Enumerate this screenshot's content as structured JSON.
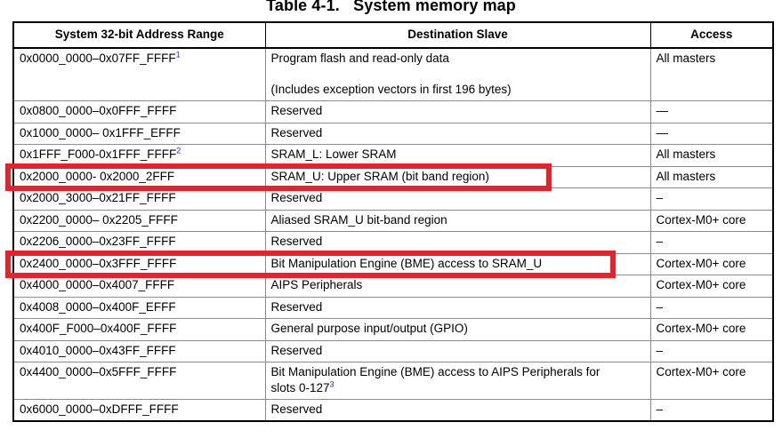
{
  "title": "Table 4-1.   System memory map",
  "colors": {
    "highlight": "#e8212b",
    "footnote": "#2222cc",
    "border": "#000000"
  },
  "table": {
    "columns": [
      "System 32-bit Address Range",
      "Destination Slave",
      "Access"
    ],
    "rows": [
      {
        "address": "0x0000_0000–0x07FF_FFFF",
        "address_footnote": "1",
        "destination": "Program flash and read-only data",
        "destination_line2": "(Includes exception vectors in first 196 bytes)",
        "access": "All masters"
      },
      {
        "address": "0x0800_0000–0x0FFF_FFFF",
        "destination": "Reserved",
        "access": "—"
      },
      {
        "address": "0x1000_0000– 0x1FFF_EFFF",
        "destination": "Reserved",
        "access": "—"
      },
      {
        "address": "0x1FFF_F000-0x1FFF_FFFF",
        "address_footnote": "2",
        "destination": "SRAM_L: Lower SRAM",
        "access": "All masters"
      },
      {
        "address": "0x2000_0000- 0x2000_2FFF",
        "destination": "SRAM_U: Upper SRAM (bit band region)",
        "access": "All masters",
        "highlighted": true
      },
      {
        "address": "0x2000_3000–0x21FF_FFFF",
        "destination": "Reserved",
        "access": "–"
      },
      {
        "address": "0x2200_0000– 0x2205_FFFF",
        "destination": "Aliased SRAM_U bit-band region",
        "access": "Cortex-M0+ core"
      },
      {
        "address": "0x2206_0000–0x23FF_FFFF",
        "destination": "Reserved",
        "access": "–"
      },
      {
        "address": "0x2400_0000–0x3FFF_FFFF",
        "destination": "Bit Manipulation Engine (BME) access to SRAM_U",
        "access": "Cortex-M0+ core",
        "highlighted": true
      },
      {
        "address": "0x4000_0000–0x4007_FFFF",
        "destination": "AIPS Peripherals",
        "access": "Cortex-M0+ core"
      },
      {
        "address": "0x4008_0000–0x400F_EFFF",
        "destination": "Reserved",
        "access": "–"
      },
      {
        "address": "0x400F_F000–0x400F_FFFF",
        "destination": "General purpose input/output (GPIO)",
        "access": "Cortex-M0+ core"
      },
      {
        "address": "0x4010_0000–0x43FF_FFFF",
        "destination": "Reserved",
        "access": "–"
      },
      {
        "address": "0x4400_0000–0x5FFF_FFFF",
        "destination": "Bit Manipulation Engine (BME) access to AIPS Peripherals for",
        "destination_line2": "slots 0-127",
        "destination_footnote": "3",
        "access": "Cortex-M0+ core"
      },
      {
        "address": "0x6000_0000–0xDFFF_FFFF",
        "destination": "Reserved",
        "access": "–"
      }
    ]
  },
  "annotations": [
    {
      "name": "highlight-sram-u",
      "label": "red-highlight-rectangle"
    },
    {
      "name": "highlight-bme",
      "label": "red-highlight-rectangle"
    }
  ]
}
